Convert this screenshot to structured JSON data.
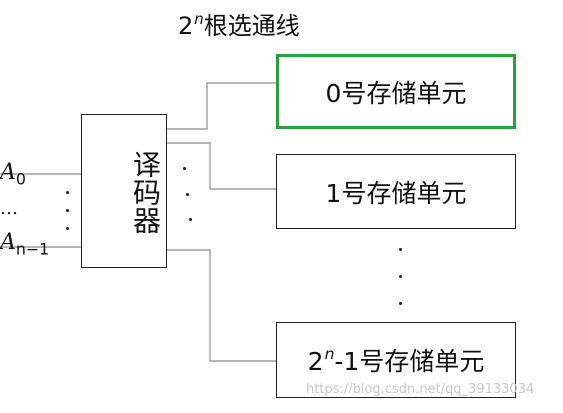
{
  "title": {
    "main": "2",
    "sup": "n",
    "suffix": "根选通线"
  },
  "decoder": {
    "label": "译码器"
  },
  "address_inputs": {
    "first": {
      "letter": "A",
      "sub": "0"
    },
    "ellipsis": "…",
    "last": {
      "letter": "A",
      "sub": "n−1"
    }
  },
  "cells": [
    {
      "label": "0号存储单元",
      "highlighted": true
    },
    {
      "label": "1号存储单元",
      "highlighted": false
    },
    {
      "prefix": "2",
      "sup": "n",
      "suffix": "-1号存储单元",
      "highlighted": false
    }
  ],
  "colors": {
    "highlight": "#2aa23b",
    "line": "#222222",
    "wire": "#8c8c8c"
  },
  "watermark": "https://blog.csdn.net/qq_39133034"
}
